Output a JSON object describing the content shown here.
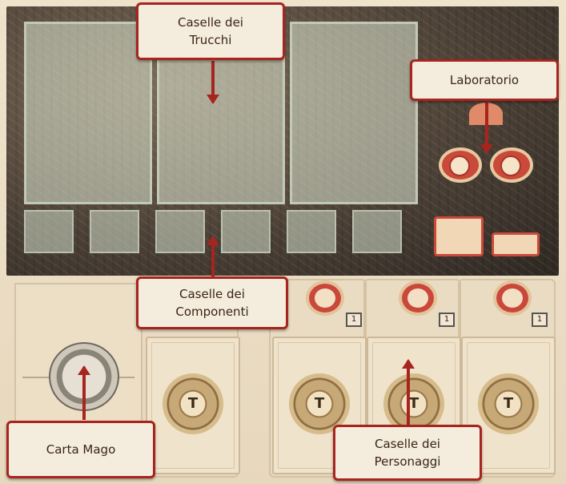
{
  "callouts": {
    "trick_slots": "Caselle dei\nTrucchi",
    "laboratory": "Laboratorio",
    "component_slots": "Caselle dei\nComponenti",
    "wizard_card": "Carta Mago",
    "character_slots": "Caselle dei\nPersonaggi"
  },
  "tokens": {
    "value": "1"
  },
  "rosette_letter": "T",
  "colors": {
    "callout_border": "#a8241e",
    "callout_fill": "#f4eddd",
    "board_parchment": "#e9dcc4",
    "lab_red": "#c94a3a"
  }
}
